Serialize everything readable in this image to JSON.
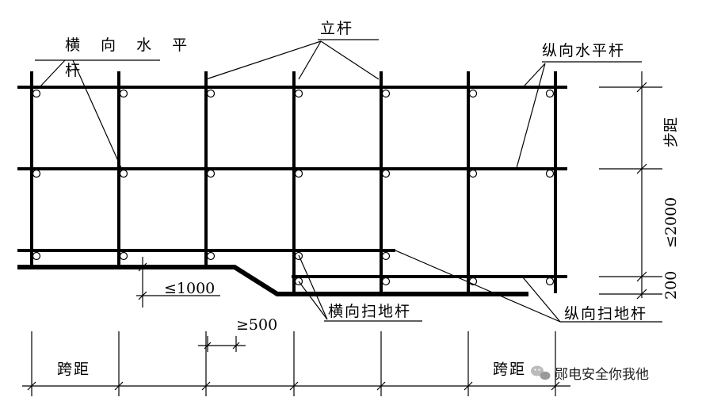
{
  "labels": {
    "standard_pole": "立杆",
    "transverse_horizontal_line1": "横 向 水 平",
    "transverse_horizontal_line2": "杆",
    "longitudinal_horizontal": "纵向水平杆",
    "step_distance": "步距",
    "max_step": "≤2000",
    "sweep_height": "200",
    "max_drop": "≤1000",
    "min_extend": "≥500",
    "transverse_sweep": "横向扫地杆",
    "longitudinal_sweep": "纵向扫地杆",
    "span_left": "跨距",
    "span_right": "跨距"
  },
  "watermark": {
    "text": "郧电安全你我他",
    "icon": "wechat-icon"
  },
  "colors": {
    "line": "#000000",
    "background": "#ffffff"
  }
}
